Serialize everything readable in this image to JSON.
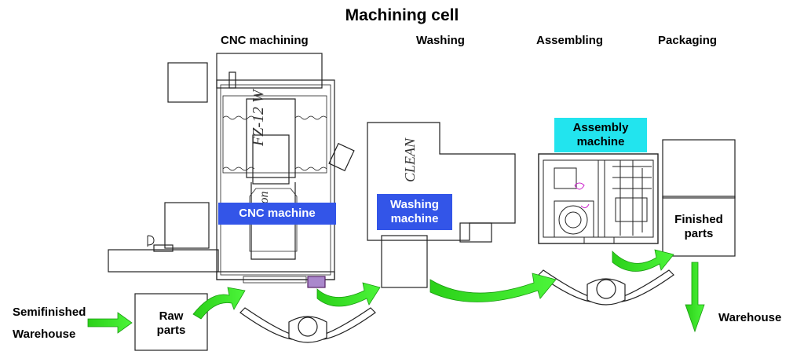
{
  "title": "Machining cell",
  "stages": {
    "cnc": "CNC machining",
    "washing": "Washing",
    "assembling": "Assembling",
    "packaging": "Packaging"
  },
  "machines": {
    "cnc": "CNC machine",
    "washing": "Washing\nmachine",
    "assembly": "Assembly\nmachine"
  },
  "parts": {
    "raw": "Raw\nparts",
    "finished": "Finished\nparts"
  },
  "warehouses": {
    "source": "Semifinished\nWarehouse",
    "target": "Warehouse"
  },
  "drawing_text": {
    "fz": "FZ-12 W",
    "clean": "CLEAN",
    "ion": "ion"
  },
  "colors": {
    "machine_label": "#3355e8",
    "assembly_label": "#22e4ee",
    "arrow": "#33ee22"
  }
}
